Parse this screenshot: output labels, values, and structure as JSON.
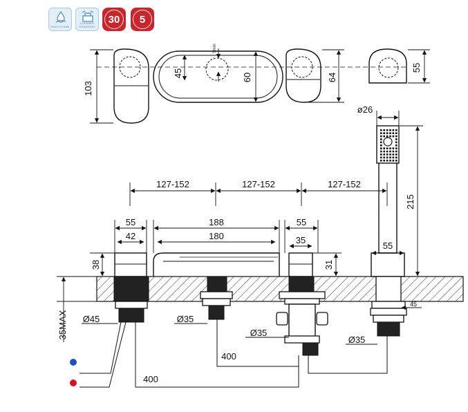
{
  "badges": [
    {
      "kind": "light",
      "icon": "drop-hand-icon",
      "caption": "EASY CLEAN"
    },
    {
      "kind": "light",
      "icon": "cartridge-icon",
      "caption": "CLEANER CHANGING"
    },
    {
      "kind": "red",
      "value": "30"
    },
    {
      "kind": "red",
      "value": "5"
    }
  ],
  "plan_view": {
    "height_left": "103",
    "spout_inner": "45",
    "spout_outer": "60",
    "spout_offset": "5mm",
    "handle_height": "64",
    "shower_holder": "55"
  },
  "elevation": {
    "spacing": [
      "127-152",
      "127-152",
      "127-152"
    ],
    "handle_width_outer": "55",
    "handle_width_inner": "42",
    "handle_height": "38",
    "spout_width_outer": "188",
    "spout_width_inner": "180",
    "valve_width_outer": "55",
    "valve_width_inner": "35",
    "valve_height": "31",
    "shower_diameter": "ø26",
    "shower_height": "215",
    "shower_base": "55",
    "deck_thickness": "35MAX",
    "holder_depth": "45",
    "pipe_left": "Ø45",
    "pipe_spout": "Ø35",
    "pipe_valve": "Ø35",
    "pipe_shower": "Ø35",
    "hose_short": "400",
    "hose_long": "400"
  },
  "colors": {
    "cold": "#1f4fc9",
    "hot": "#d4151b",
    "badge_red": "#c7262d",
    "line": "#111111"
  }
}
